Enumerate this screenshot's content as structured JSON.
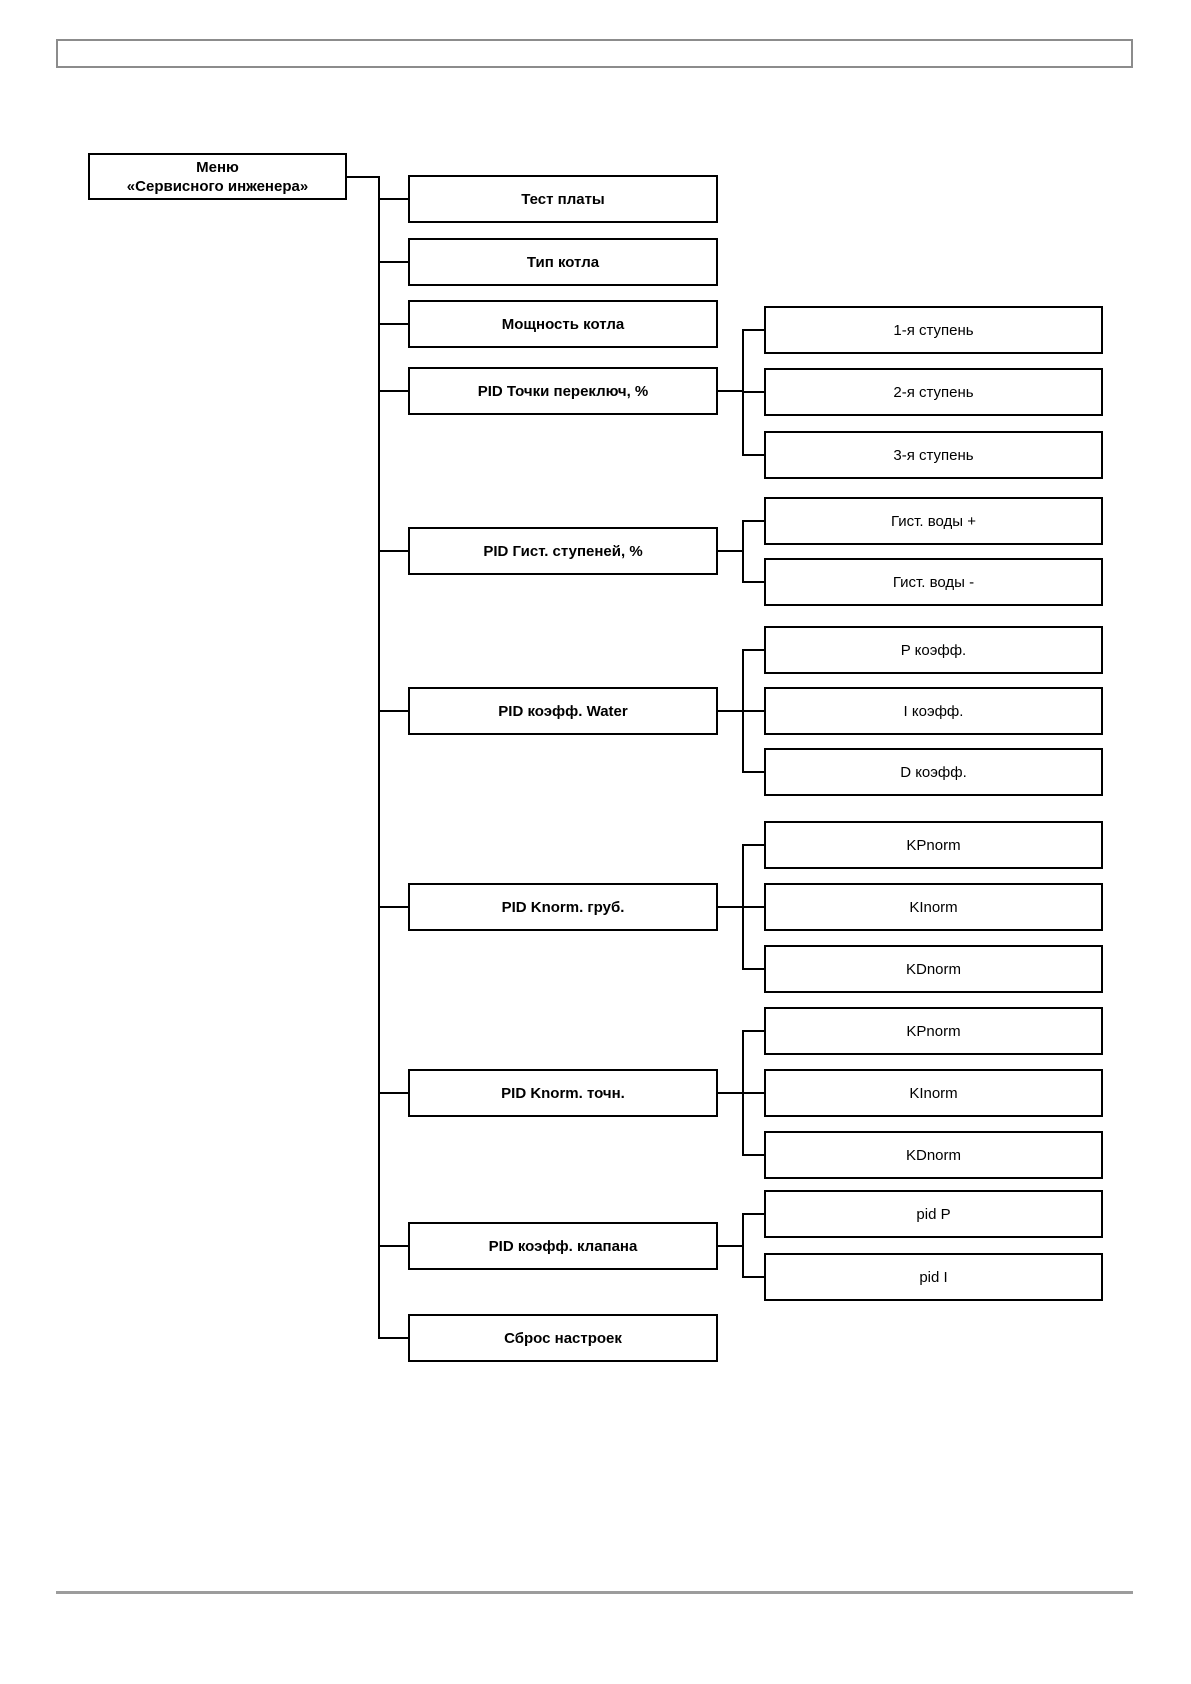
{
  "header": {
    "text": ""
  },
  "tree": {
    "root": {
      "line1": "Меню",
      "line2": "«Сервисного инженера»"
    },
    "nodes": [
      {
        "label": "Тест платы",
        "children": []
      },
      {
        "label": "Тип котла",
        "children": []
      },
      {
        "label": "Мощность котла",
        "children": []
      },
      {
        "label": "PID Точки переключ, %",
        "children": [
          "1-я ступень",
          "2-я ступень",
          "3-я ступень"
        ]
      },
      {
        "label": "PID Гист. ступеней, %",
        "children": [
          "Гист. воды +",
          "Гист. воды -"
        ]
      },
      {
        "label": "PID коэфф. Water",
        "children": [
          "P коэфф.",
          "I коэфф.",
          "D коэфф."
        ]
      },
      {
        "label": "PID Knorm. груб.",
        "children": [
          "KPnorm",
          "KInorm",
          "KDnorm"
        ]
      },
      {
        "label": "PID Knorm. точн.",
        "children": [
          "KPnorm",
          "KInorm",
          "KDnorm"
        ]
      },
      {
        "label": "PID коэфф. клапана",
        "children": [
          "pid P",
          "pid I"
        ]
      },
      {
        "label": "Сброс настроек",
        "children": []
      }
    ]
  },
  "colors": {
    "node_border": "#000000",
    "header_border": "#8c8c8c",
    "divider": "#9c9c9c",
    "background": "#ffffff"
  }
}
